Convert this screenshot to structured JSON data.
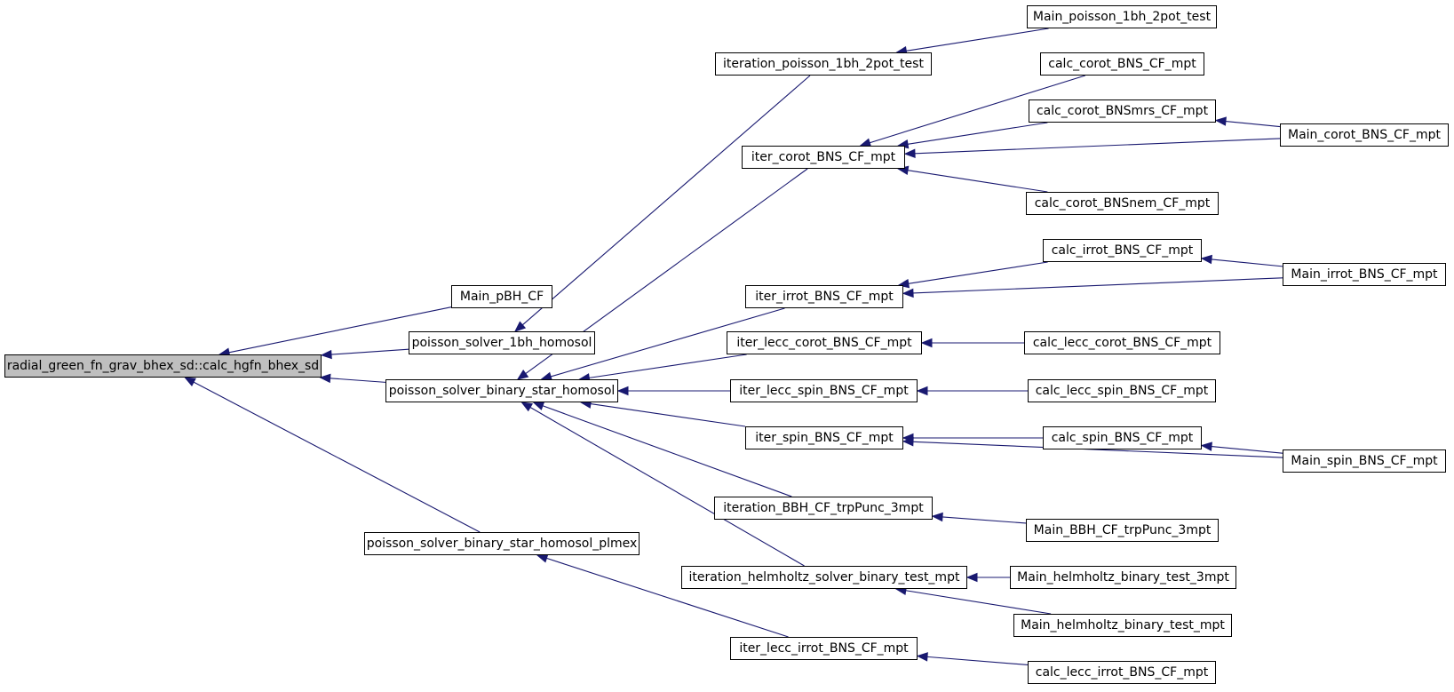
{
  "colors": {
    "edge": "#191970",
    "node_border": "#000000",
    "node_fill": "#ffffff",
    "root_fill": "#bfbfbf"
  },
  "nodes": {
    "root": "radial_green_fn_grav_bhex_sd::calc_hgfn_bhex_sd",
    "main_pbh_cf": "Main_pBH_CF",
    "poisson_solver_1bh_homosol": "poisson_solver_1bh_homosol",
    "poisson_solver_binary_star_homosol": "poisson_solver_binary_star_homosol",
    "poisson_solver_binary_star_homosol_plmex": "poisson_solver_binary_star_homosol_plmex",
    "iteration_poisson_1bh_2pot_test": "iteration_poisson_1bh_2pot_test",
    "iter_corot_bns_cf_mpt": "iter_corot_BNS_CF_mpt",
    "iter_irrot_bns_cf_mpt": "iter_irrot_BNS_CF_mpt",
    "iter_lecc_corot_bns_cf_mpt": "iter_lecc_corot_BNS_CF_mpt",
    "iter_lecc_spin_bns_cf_mpt": "iter_lecc_spin_BNS_CF_mpt",
    "iter_spin_bns_cf_mpt": "iter_spin_BNS_CF_mpt",
    "iteration_bbh_cf_trppunc_3mpt": "iteration_BBH_CF_trpPunc_3mpt",
    "iteration_helmholtz_solver_binary_test_mpt": "iteration_helmholtz_solver_binary_test_mpt",
    "iter_lecc_irrot_bns_cf_mpt": "iter_lecc_irrot_BNS_CF_mpt",
    "main_poisson_1bh_2pot_test": "Main_poisson_1bh_2pot_test",
    "calc_corot_bns_cf_mpt": "calc_corot_BNS_CF_mpt",
    "calc_corot_bnsmrs_cf_mpt": "calc_corot_BNSmrs_CF_mpt",
    "calc_corot_bnsnem_cf_mpt": "calc_corot_BNSnem_CF_mpt",
    "calc_irrot_bns_cf_mpt": "calc_irrot_BNS_CF_mpt",
    "calc_lecc_corot_bns_cf_mpt": "calc_lecc_corot_BNS_CF_mpt",
    "calc_lecc_spin_bns_cf_mpt": "calc_lecc_spin_BNS_CF_mpt",
    "calc_spin_bns_cf_mpt": "calc_spin_BNS_CF_mpt",
    "main_bbh_cf_trppunc_3mpt": "Main_BBH_CF_trpPunc_3mpt",
    "main_helmholtz_binary_test_3mpt": "Main_helmholtz_binary_test_3mpt",
    "main_helmholtz_binary_test_mpt": "Main_helmholtz_binary_test_mpt",
    "calc_lecc_irrot_bns_cf_mpt": "calc_lecc_irrot_BNS_CF_mpt",
    "main_corot_bns_cf_mpt": "Main_corot_BNS_CF_mpt",
    "main_irrot_bns_cf_mpt": "Main_irrot_BNS_CF_mpt",
    "main_spin_bns_cf_mpt": "Main_spin_BNS_CF_mpt"
  },
  "edges": [
    [
      "main_pbh_cf",
      "root"
    ],
    [
      "poisson_solver_1bh_homosol",
      "root"
    ],
    [
      "poisson_solver_binary_star_homosol",
      "root"
    ],
    [
      "poisson_solver_binary_star_homosol_plmex",
      "root"
    ],
    [
      "iteration_poisson_1bh_2pot_test",
      "poisson_solver_1bh_homosol"
    ],
    [
      "iter_corot_bns_cf_mpt",
      "poisson_solver_binary_star_homosol"
    ],
    [
      "iter_irrot_bns_cf_mpt",
      "poisson_solver_binary_star_homosol"
    ],
    [
      "iter_lecc_corot_bns_cf_mpt",
      "poisson_solver_binary_star_homosol"
    ],
    [
      "iter_lecc_spin_bns_cf_mpt",
      "poisson_solver_binary_star_homosol"
    ],
    [
      "iter_spin_bns_cf_mpt",
      "poisson_solver_binary_star_homosol"
    ],
    [
      "iteration_bbh_cf_trppunc_3mpt",
      "poisson_solver_binary_star_homosol"
    ],
    [
      "iteration_helmholtz_solver_binary_test_mpt",
      "poisson_solver_binary_star_homosol"
    ],
    [
      "iter_lecc_irrot_bns_cf_mpt",
      "poisson_solver_binary_star_homosol_plmex"
    ],
    [
      "main_poisson_1bh_2pot_test",
      "iteration_poisson_1bh_2pot_test"
    ],
    [
      "calc_corot_bns_cf_mpt",
      "iter_corot_bns_cf_mpt"
    ],
    [
      "calc_corot_bnsmrs_cf_mpt",
      "iter_corot_bns_cf_mpt"
    ],
    [
      "main_corot_bns_cf_mpt",
      "iter_corot_bns_cf_mpt"
    ],
    [
      "calc_corot_bnsnem_cf_mpt",
      "iter_corot_bns_cf_mpt"
    ],
    [
      "main_corot_bns_cf_mpt",
      "calc_corot_bnsmrs_cf_mpt"
    ],
    [
      "calc_irrot_bns_cf_mpt",
      "iter_irrot_bns_cf_mpt"
    ],
    [
      "main_irrot_bns_cf_mpt",
      "iter_irrot_bns_cf_mpt"
    ],
    [
      "main_irrot_bns_cf_mpt",
      "calc_irrot_bns_cf_mpt"
    ],
    [
      "calc_lecc_corot_bns_cf_mpt",
      "iter_lecc_corot_bns_cf_mpt"
    ],
    [
      "calc_lecc_spin_bns_cf_mpt",
      "iter_lecc_spin_bns_cf_mpt"
    ],
    [
      "calc_spin_bns_cf_mpt",
      "iter_spin_bns_cf_mpt"
    ],
    [
      "main_spin_bns_cf_mpt",
      "iter_spin_bns_cf_mpt"
    ],
    [
      "main_spin_bns_cf_mpt",
      "calc_spin_bns_cf_mpt"
    ],
    [
      "main_bbh_cf_trppunc_3mpt",
      "iteration_bbh_cf_trppunc_3mpt"
    ],
    [
      "main_helmholtz_binary_test_3mpt",
      "iteration_helmholtz_solver_binary_test_mpt"
    ],
    [
      "main_helmholtz_binary_test_mpt",
      "iteration_helmholtz_solver_binary_test_mpt"
    ],
    [
      "calc_lecc_irrot_bns_cf_mpt",
      "iter_lecc_irrot_bns_cf_mpt"
    ]
  ]
}
